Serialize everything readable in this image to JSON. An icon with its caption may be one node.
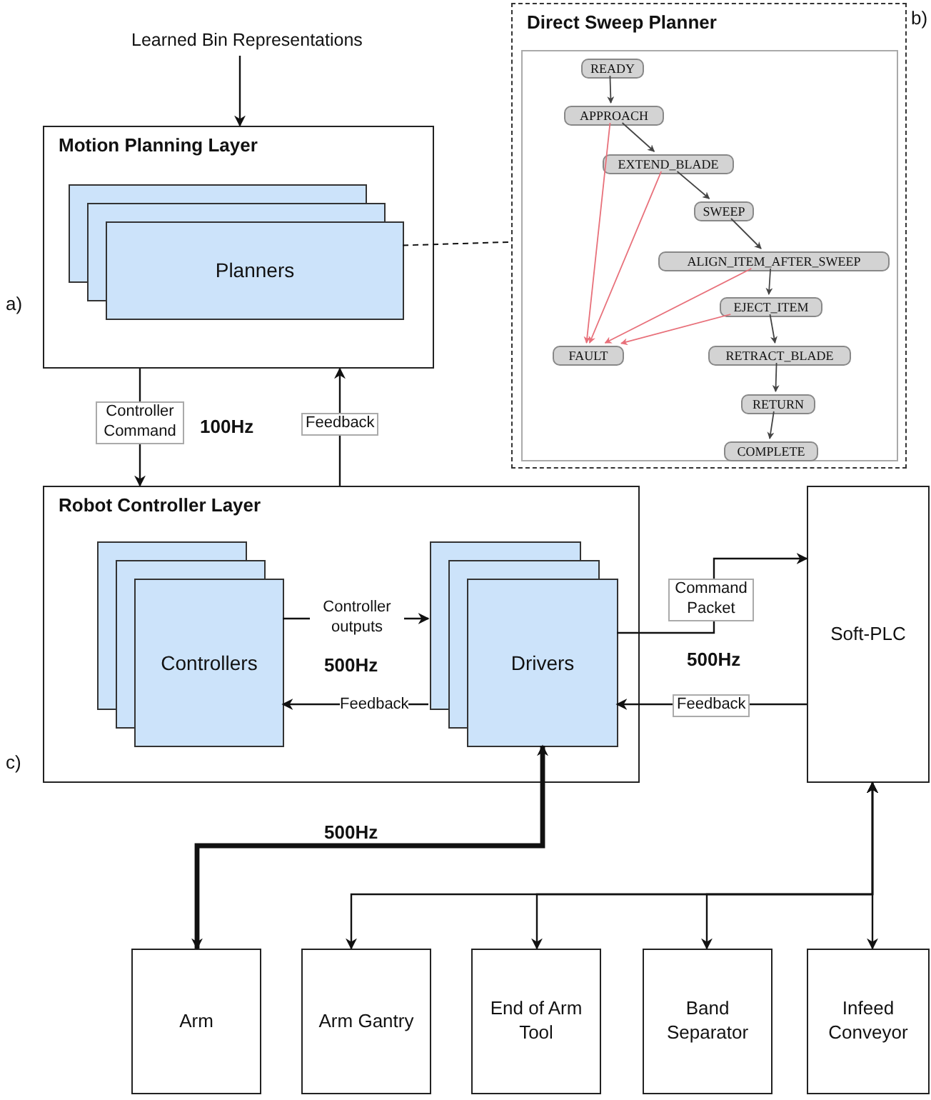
{
  "diagram": {
    "nodes": [
      {
        "text": [
          "Learned Bin Representations"
        ]
      },
      {
        "text": [
          "Motion Planning Layer"
        ]
      },
      {
        "text": [
          "Planners"
        ],
        "in": 1
      },
      {
        "text": [
          "Direct Sweep Planner"
        ]
      },
      {
        "text": [],
        "shape": "box",
        "in": 3
      },
      {
        "text": [
          "READY"
        ],
        "in": 4
      },
      {
        "text": [
          "APPROACH"
        ],
        "in": 4
      },
      {
        "text": [
          "EXTEND_BLADE"
        ],
        "in": 4
      },
      {
        "text": [
          "SWEEP"
        ],
        "in": 4
      },
      {
        "text": [
          "ALIGN_ITEM_AFTER_SWEEP"
        ],
        "in": 4
      },
      {
        "text": [
          "EJECT_ITEM"
        ],
        "in": 4
      },
      {
        "text": [
          "FAULT"
        ],
        "in": 4
      },
      {
        "text": [
          "RETRACT_BLADE"
        ],
        "in": 4
      },
      {
        "text": [
          "RETURN"
        ],
        "in": 4
      },
      {
        "text": [
          "COMPLETE"
        ],
        "in": 4
      },
      {
        "text": [
          "Robot Controller Layer"
        ]
      },
      {
        "text": [
          "Controllers"
        ],
        "in": 15
      },
      {
        "text": [
          "Drivers"
        ],
        "in": 15
      },
      {
        "text": [
          "Soft-PLC"
        ]
      },
      {
        "text": [
          "Arm"
        ]
      },
      {
        "text": [
          "Arm Gantry"
        ]
      },
      {
        "text": [
          "End of Arm Tool"
        ]
      },
      {
        "text": [
          "Band Separator"
        ]
      },
      {
        "text": [
          "Infeed Conveyor"
        ]
      }
    ],
    "edges": [
      {
        "from": 0,
        "to": 1,
        "arrow": "to"
      },
      {
        "from": 2,
        "to": 3,
        "arrow": "none",
        "style": "dashed"
      },
      {
        "from": 1,
        "to": 15,
        "arrow": "to",
        "label": "Controller Command"
      },
      {
        "from": 15,
        "to": 1,
        "arrow": "to",
        "label": "Feedback"
      },
      {
        "from": 5,
        "to": 6,
        "arrow": "to"
      },
      {
        "from": 6,
        "to": 7,
        "arrow": "to"
      },
      {
        "from": 7,
        "to": 8,
        "arrow": "to"
      },
      {
        "from": 8,
        "to": 9,
        "arrow": "to"
      },
      {
        "from": 9,
        "to": 10,
        "arrow": "to"
      },
      {
        "from": 10,
        "to": 12,
        "arrow": "to"
      },
      {
        "from": 12,
        "to": 13,
        "arrow": "to"
      },
      {
        "from": 13,
        "to": 14,
        "arrow": "to"
      },
      {
        "from": 6,
        "to": 11,
        "arrow": "to",
        "color": "#e8707a"
      },
      {
        "from": 7,
        "to": 11,
        "arrow": "to",
        "color": "#e8707a"
      },
      {
        "from": 9,
        "to": 11,
        "arrow": "to",
        "color": "#e8707a"
      },
      {
        "from": 10,
        "to": 11,
        "arrow": "to",
        "color": "#e8707a"
      },
      {
        "from": 16,
        "to": 17,
        "arrow": "to",
        "label": "Controller outputs"
      },
      {
        "from": 17,
        "to": 16,
        "arrow": "to",
        "label": "Feedback"
      },
      {
        "from": 17,
        "to": 18,
        "arrow": "to",
        "label": "Command Packet"
      },
      {
        "from": 18,
        "to": 17,
        "arrow": "to",
        "label": "Feedback"
      },
      {
        "from": 17,
        "to": 19,
        "arrow": "both",
        "style": "thick"
      },
      {
        "from": 18,
        "to": 20,
        "arrow": "both"
      },
      {
        "from": 18,
        "to": 21,
        "arrow": "both"
      },
      {
        "from": 18,
        "to": 22,
        "arrow": "both"
      },
      {
        "from": 18,
        "to": 23,
        "arrow": "both"
      }
    ],
    "labels": [
      "a)",
      "b)",
      "100Hz",
      "500Hz",
      "500Hz",
      "c)",
      "500Hz"
    ]
  }
}
